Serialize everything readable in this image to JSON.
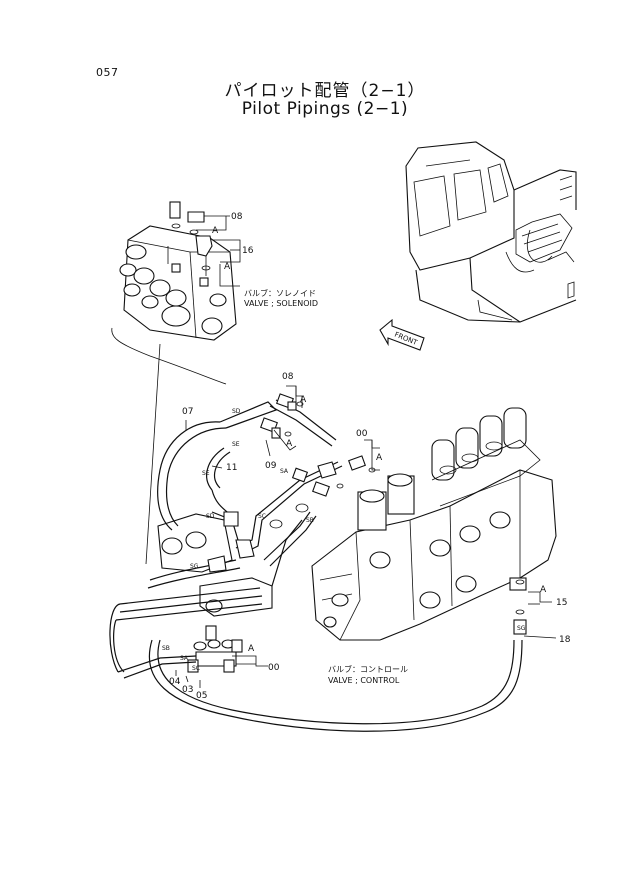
{
  "page_number": "057",
  "title_jp": "パイロット配管（2−1）",
  "title_en": "Pilot Pipings (2−1)",
  "front_label": "FRONT",
  "callouts": {
    "n08_top": "08",
    "n16": "16",
    "n08_mid": "08",
    "n07": "07",
    "n09": "09",
    "n11": "11",
    "n00_right": "00",
    "n15": "15",
    "n18": "18",
    "n00_bottom": "00",
    "n04": "04",
    "n03": "03",
    "n05": "05"
  },
  "letters": {
    "a1": "A",
    "a2": "A",
    "a3": "A",
    "a4": "A",
    "a5": "A",
    "a6": "A",
    "a7": "A"
  },
  "port_tags": {
    "sd1": "SD",
    "se1": "SE",
    "se2": "SE",
    "sd2": "SD",
    "sg1": "SG",
    "sa1": "SA",
    "sc1": "SC",
    "sb1": "SB",
    "sg2": "SG",
    "sb2": "SB",
    "sa2": "SA",
    "sc2": "SC"
  },
  "valve_solenoid": {
    "jp": "バルブ：ソレノイド",
    "en": "VALVE ; SOLENOID"
  },
  "valve_control": {
    "jp": "バルブ：コントロール",
    "en": "VALVE ; CONTROL"
  }
}
